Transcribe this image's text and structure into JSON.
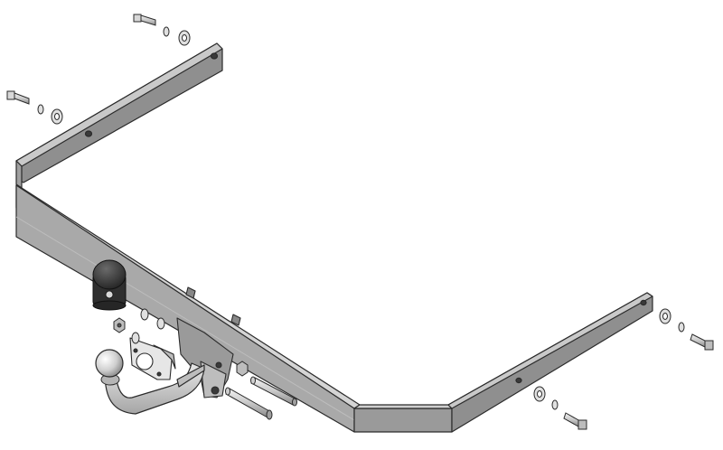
{
  "diagram": {
    "kind": "exploded-assembly",
    "parts": [
      "left-side-bracket",
      "main-crossbar",
      "right-side-bracket",
      "tow-ball-arm",
      "tow-ball",
      "tow-ball-cover-cap",
      "socket-plate",
      "mounting-bolt",
      "lock-washer",
      "flat-washer",
      "nut",
      "locking-pin"
    ],
    "colors": {
      "background": "#ffffff",
      "steel_dark": "#8f8f8f",
      "steel_mid": "#a9a9a9",
      "steel_light": "#c9c9c9",
      "outline": "#2b2b2b",
      "cap": "#3a3a3a"
    }
  }
}
